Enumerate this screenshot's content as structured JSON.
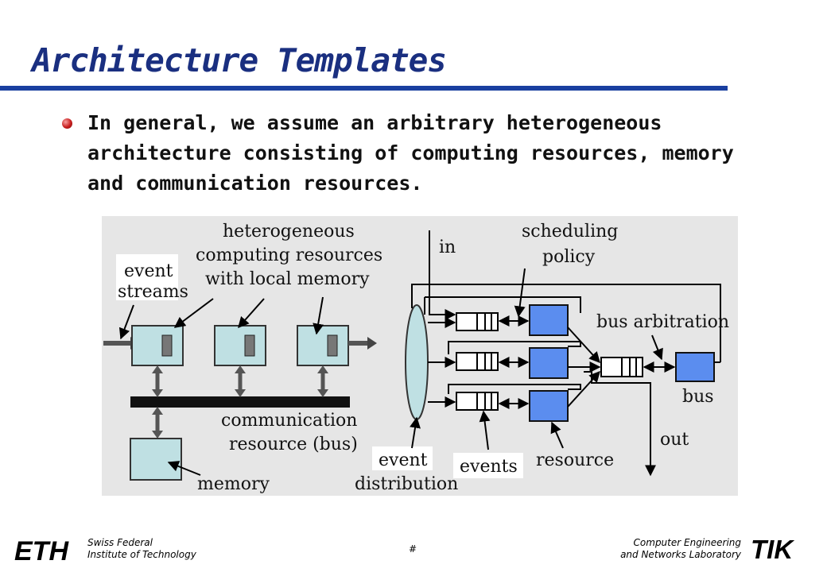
{
  "slide": {
    "title": "Architecture Templates",
    "bullet": "In general, we assume an arbitrary heterogeneous architecture consisting of computing resources, memory and communication resources."
  },
  "figure": {
    "labels": {
      "heterogeneous_line1": "heterogeneous",
      "heterogeneous_line2": "computing resources",
      "heterogeneous_line3": "with local memory",
      "event_streams_line1": "event",
      "event_streams_line2": "streams",
      "comm_line1": "communication",
      "comm_line2": "resource (bus)",
      "memory": "memory",
      "in": "in",
      "scheduling_line1": "scheduling",
      "scheduling_line2": "policy",
      "bus_arbitration": "bus arbitration",
      "bus": "bus",
      "out": "out",
      "event_dist_line1": "event",
      "event_dist_line2": "distribution",
      "events": "events",
      "resource": "resource"
    },
    "colors": {
      "compute_fill": "#bfe0e3",
      "resource_fill": "#5b8def",
      "oval_fill": "#bfe0e3"
    }
  },
  "footer": {
    "logo_left": "ETH",
    "left_line1": "Swiss Federal",
    "left_line2": "Institute of Technology",
    "page_number": "#",
    "right_line1": "Computer Engineering",
    "right_line2": "and Networks Laboratory",
    "logo_right": "TIK"
  }
}
